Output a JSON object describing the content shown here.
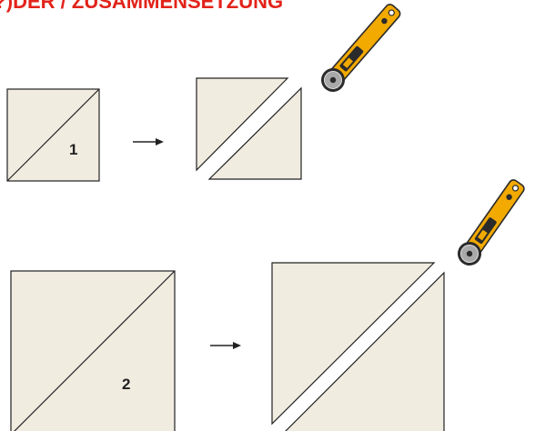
{
  "header": {
    "title": "(?)DER / ZUSAMMENSETZUNG"
  },
  "steps": [
    {
      "number": "1"
    },
    {
      "number": "2"
    }
  ],
  "colors": {
    "title": "#e2231a",
    "fabric": "#f1ece0",
    "outline": "#222222",
    "cutter_body": "#f2a900",
    "cutter_handle_dark": "#2b2b2b",
    "cutter_blade": "#8a8a8a"
  },
  "icons": {
    "arrow": "right-arrow-icon",
    "cutter": "rotary-cutter-icon"
  }
}
